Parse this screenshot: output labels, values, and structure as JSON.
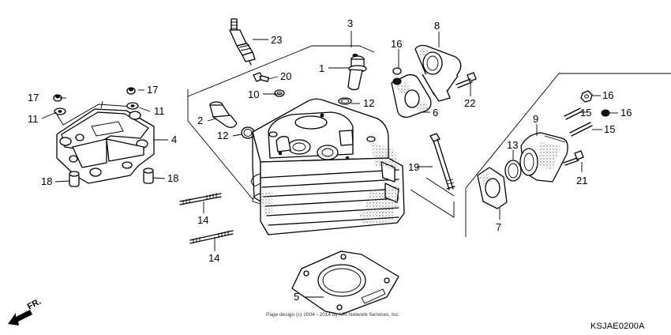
{
  "callouts": {
    "c1": "1",
    "c2": "2",
    "c3": "3",
    "c4": "4",
    "c5": "5",
    "c6": "6",
    "c7": "7",
    "c8": "8",
    "c9": "9",
    "c10": "10",
    "c11a": "11",
    "c11b": "11",
    "c12a": "12",
    "c12b": "12",
    "c13": "13",
    "c14a": "14",
    "c14b": "14",
    "c15a": "15",
    "c15b": "15",
    "c16a": "16",
    "c16b": "16",
    "c16c": "16",
    "c17a": "17",
    "c17b": "17",
    "c18a": "18",
    "c18b": "18",
    "c19": "19",
    "c20": "20",
    "c21": "21",
    "c22": "22",
    "c23": "23"
  },
  "front_label": "FR.",
  "copyright": "Page design (c) 2004 - 2014 by ARI Network Services, Inc.",
  "diagram_code": "KSJAE0200A"
}
